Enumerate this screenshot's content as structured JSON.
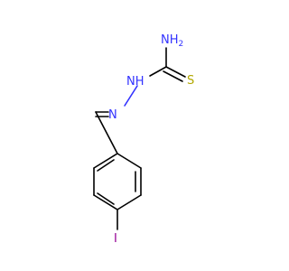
{
  "molecule": {
    "atoms": {
      "nh2": {
        "main": "NH",
        "sub": "2",
        "color": "#3232ff"
      },
      "nh": {
        "label": "NH",
        "color": "#3232ff"
      },
      "n": {
        "label": "N",
        "color": "#3232ff"
      },
      "s": {
        "label": "S",
        "color": "#b2a800"
      },
      "i": {
        "label": "I",
        "color": "#940094"
      }
    }
  }
}
